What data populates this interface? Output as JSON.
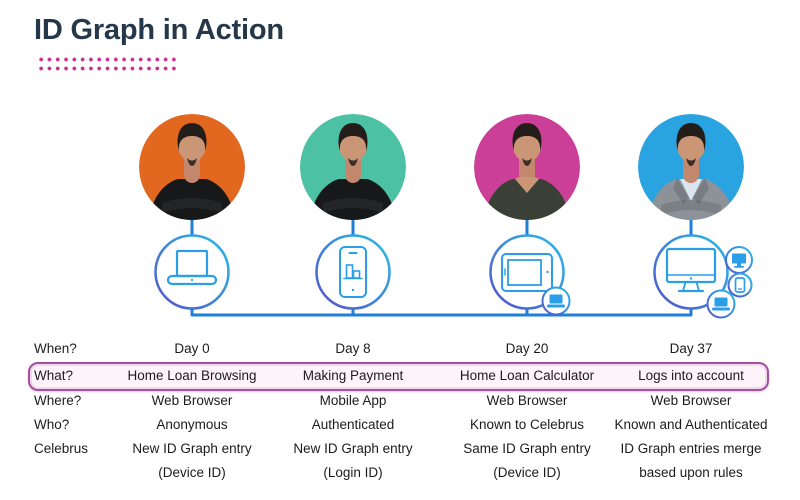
{
  "title": "ID Graph in Action",
  "table": {
    "row_labels": {
      "when": "When?",
      "what": "What?",
      "where": "Where?",
      "who": "Who?",
      "celebrus": "Celebrus"
    },
    "columns": [
      {
        "day": "Day 0",
        "what": "Home Loan Browsing",
        "where": "Web Browser",
        "who": "Anonymous",
        "celebrus_line1": "New ID Graph entry",
        "celebrus_line2": "(Device ID)"
      },
      {
        "day": "Day 8",
        "what": "Making Payment",
        "where": "Mobile App",
        "who": "Authenticated",
        "celebrus_line1": "New ID Graph entry",
        "celebrus_line2": "(Login ID)"
      },
      {
        "day": "Day 20",
        "what": "Home Loan Calculator",
        "where": "Web Browser",
        "who": "Known to Celebrus",
        "celebrus_line1": "Same ID Graph entry",
        "celebrus_line2": "(Device ID)"
      },
      {
        "day": "Day 37",
        "what": "Logs into account",
        "where": "Web Browser",
        "who": "Known and Authenticated",
        "celebrus_line1": "ID Graph entries merge",
        "celebrus_line2": "based upon rules"
      }
    ]
  },
  "diagram": {
    "columns": [
      {
        "avatar_color": "#e2671f",
        "shirt_color": "#17181a",
        "device_icon": "laptop"
      },
      {
        "avatar_color": "#4cc1a3",
        "shirt_color": "#17181a",
        "device_icon": "mobile-phone"
      },
      {
        "avatar_color": "#cb3f99",
        "shirt_color": "#3b4036",
        "device_icon": "tablet"
      },
      {
        "avatar_color": "#2aa4e0",
        "shirt_color": "#8d9298",
        "device_icon": "desktop-monitor"
      }
    ]
  },
  "colors": {
    "accent_magenta": "#c8318d",
    "highlight_border": "#a3519f",
    "line_blue": "#1d7fd6",
    "icon_blue": "#2b9ee8",
    "title_color": "#24384a"
  }
}
